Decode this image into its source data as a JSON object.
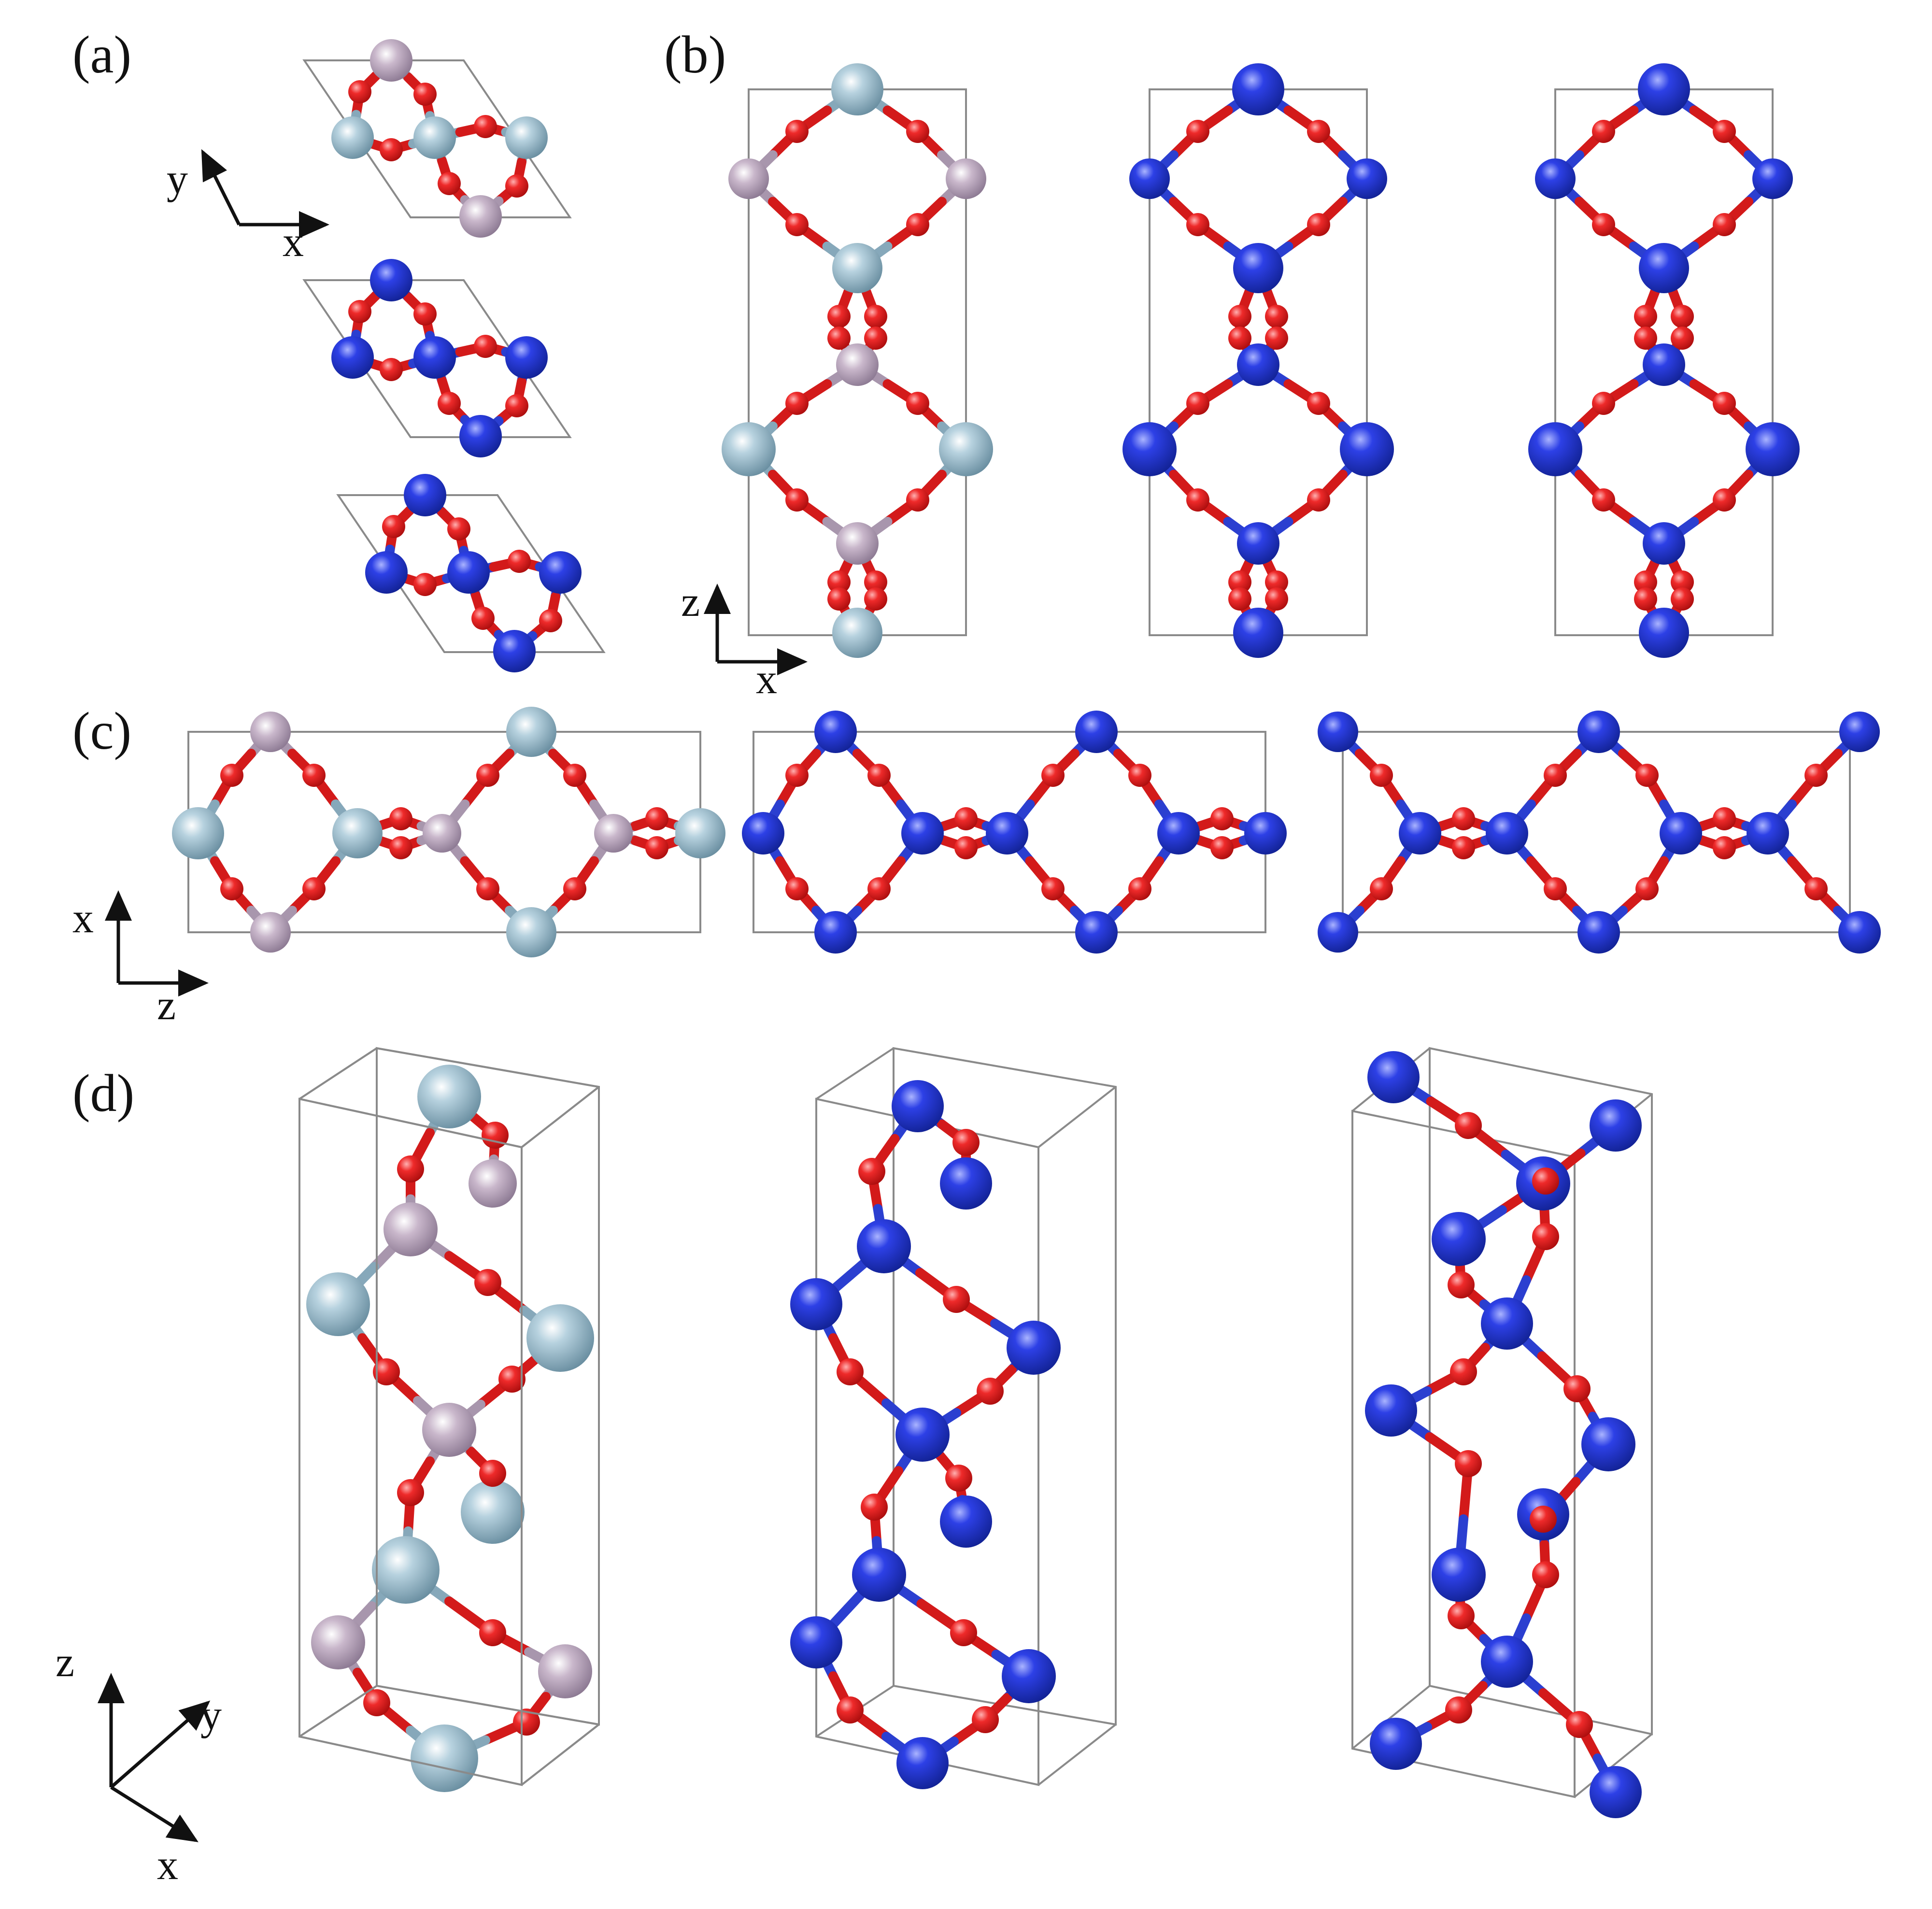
{
  "panels": {
    "a": "(a)",
    "b": "(b)",
    "c": "(c)",
    "d": "(d)"
  },
  "axes": {
    "x": "x",
    "y": "y",
    "z": "z"
  },
  "colors": {
    "oxygen": "#e01b1b",
    "metal_teal": "#8fb4c6",
    "metal_mauve": "#b7a3b8",
    "metal_blue": "#1f2fd8",
    "cell_line": "#8a8a8a"
  }
}
